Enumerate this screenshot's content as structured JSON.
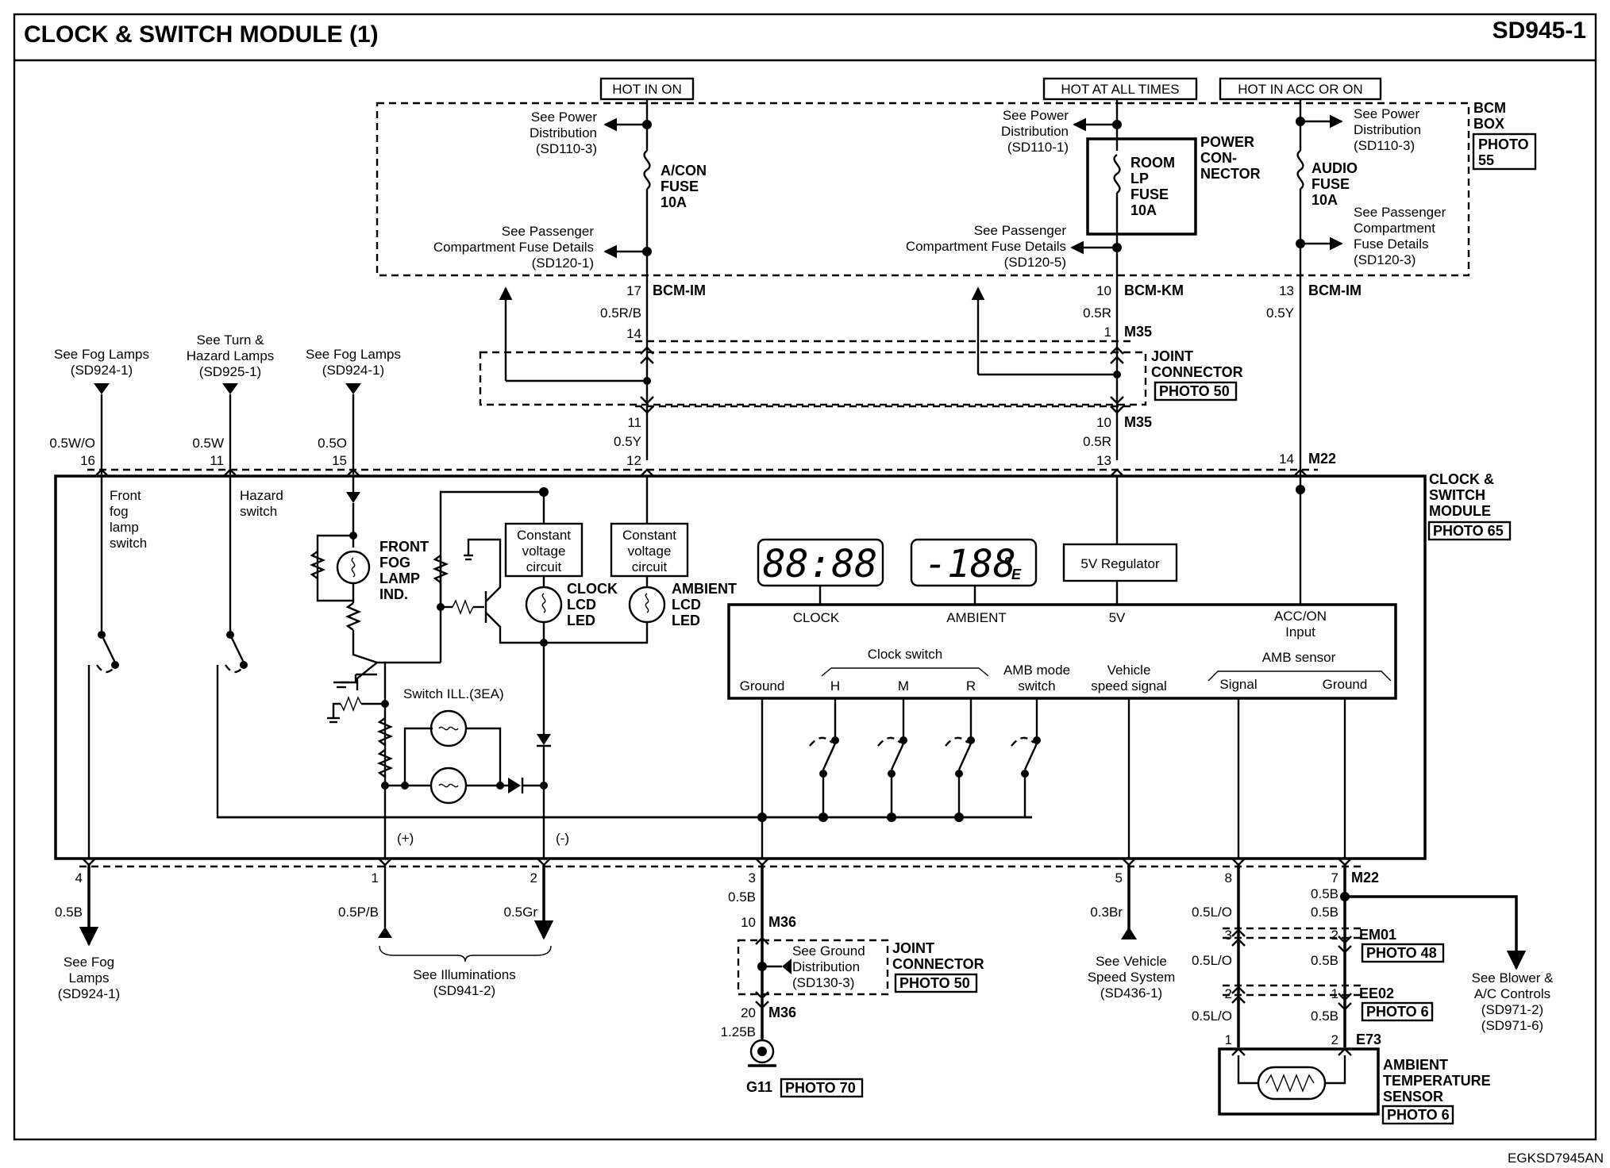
{
  "header": {
    "title": "CLOCK & SWITCH MODULE (1)",
    "code": "SD945-1"
  },
  "footer": {
    "code": "EGKSD7945AN"
  },
  "power": {
    "hot_in_on": "HOT IN ON",
    "hot_at_all_times": "HOT AT ALL TIMES",
    "hot_in_acc_or_on": "HOT IN ACC OR ON",
    "see_power": "See Power",
    "distribution": "Distribution",
    "sd110_3": "(SD110-3)",
    "sd110_1": "(SD110-1)",
    "see_passenger": "See Passenger",
    "compartment_fuse": "Compartment Fuse Details",
    "compartment": "Compartment",
    "fuse_details": "Fuse Details",
    "sd120_1": "(SD120-1)",
    "sd120_5": "(SD120-5)",
    "sd120_3": "(SD120-3)",
    "acon": "A/CON",
    "fuse": "FUSE",
    "f10a": "10A",
    "room": "ROOM",
    "lp": "LP",
    "audio": "AUDIO",
    "power_con": "POWER",
    "con": "CON-",
    "nector": "NECTOR",
    "bcm": "BCM",
    "box": "BOX",
    "photo": "PHOTO",
    "p55": "55"
  },
  "connectors": {
    "bcm_im": "BCM-IM",
    "bcm_km": "BCM-KM",
    "m35": "M35",
    "m22": "M22",
    "m36": "M36",
    "em01": "EM01",
    "ee02": "EE02",
    "e73": "E73",
    "joint": "JOINT",
    "connector": "CONNECTOR",
    "photo50": "PHOTO 50",
    "photo48": "PHOTO 48",
    "photo6": "PHOTO 6",
    "photo70": "PHOTO 70",
    "photo65": "PHOTO 65",
    "p17": "17",
    "p14": "14",
    "p11": "11",
    "p12": "12",
    "p10": "10",
    "p1": "1",
    "p13": "13",
    "p16": "16",
    "p15": "15",
    "p4": "4",
    "p2": "2",
    "p3": "3",
    "p5": "5",
    "p8": "8",
    "p7": "7",
    "p20": "20"
  },
  "wires": {
    "w05rb": "0.5R/B",
    "w05r": "0.5R",
    "w05y": "0.5Y",
    "w05wo": "0.5W/O",
    "w05w": "0.5W",
    "w05o": "0.5O",
    "w05b": "0.5B",
    "w05pb": "0.5P/B",
    "w05gr": "0.5Gr",
    "w03br": "0.3Br",
    "w05lo": "0.5L/O",
    "w125b": "1.25B"
  },
  "refs": {
    "see_fog_lamps": "See Fog Lamps",
    "sd924_1": "(SD924-1)",
    "see_turn": "See Turn &",
    "hazard_lamps": "Hazard Lamps",
    "sd925_1": "(SD925-1)",
    "see_fog": "See Fog",
    "lamps": "Lamps",
    "see_illuminations": "See Illuminations",
    "sd941_2": "(SD941-2)",
    "see_ground": "See Ground",
    "distribution": "Distribution",
    "sd130_3": "(SD130-3)",
    "g11": "G11",
    "see_vehicle": "See Vehicle",
    "speed_system": "Speed System",
    "sd436_1": "(SD436-1)",
    "see_blower": "See Blower &",
    "ac_controls": "A/C Controls",
    "sd971_2": "(SD971-2)",
    "sd971_6": "(SD971-6)"
  },
  "module": {
    "clock_sw": "CLOCK &",
    "switch_w": "SWITCH",
    "module_w": "MODULE",
    "front": "Front",
    "fog": "fog",
    "lamp": "lamp",
    "switch": "switch",
    "hazard": "Hazard",
    "front_fog_1": "FRONT",
    "front_fog_2": "FOG",
    "front_fog_3": "LAMP",
    "front_fog_4": "IND.",
    "constant": "Constant",
    "voltage": "voltage",
    "circuit": "circuit",
    "clock_u": "CLOCK",
    "lcd": "LCD",
    "led": "LED",
    "ambient_u": "AMBIENT",
    "switch_ill": "Switch ILL.(3EA)",
    "plus": "(+)",
    "minus": "(-)",
    "clock_display": "88:88",
    "ambient_display": "-188",
    "e_unit": "E",
    "regulator": "5V Regulator",
    "clock_lbl": "CLOCK",
    "ambient_lbl": "AMBIENT",
    "v5": "5V",
    "acc_on": "ACC/ON",
    "input": "Input",
    "clock_switch": "Clock switch",
    "amb_mode": "AMB mode",
    "amb_switch": "switch",
    "vehicle": "Vehicle",
    "speed_signal": "speed signal",
    "amb_sensor": "AMB sensor",
    "ground": "Ground",
    "signal": "Signal",
    "h": "H",
    "m": "M",
    "r": "R",
    "sensor_1": "AMBIENT",
    "sensor_2": "TEMPERATURE",
    "sensor_3": "SENSOR"
  }
}
